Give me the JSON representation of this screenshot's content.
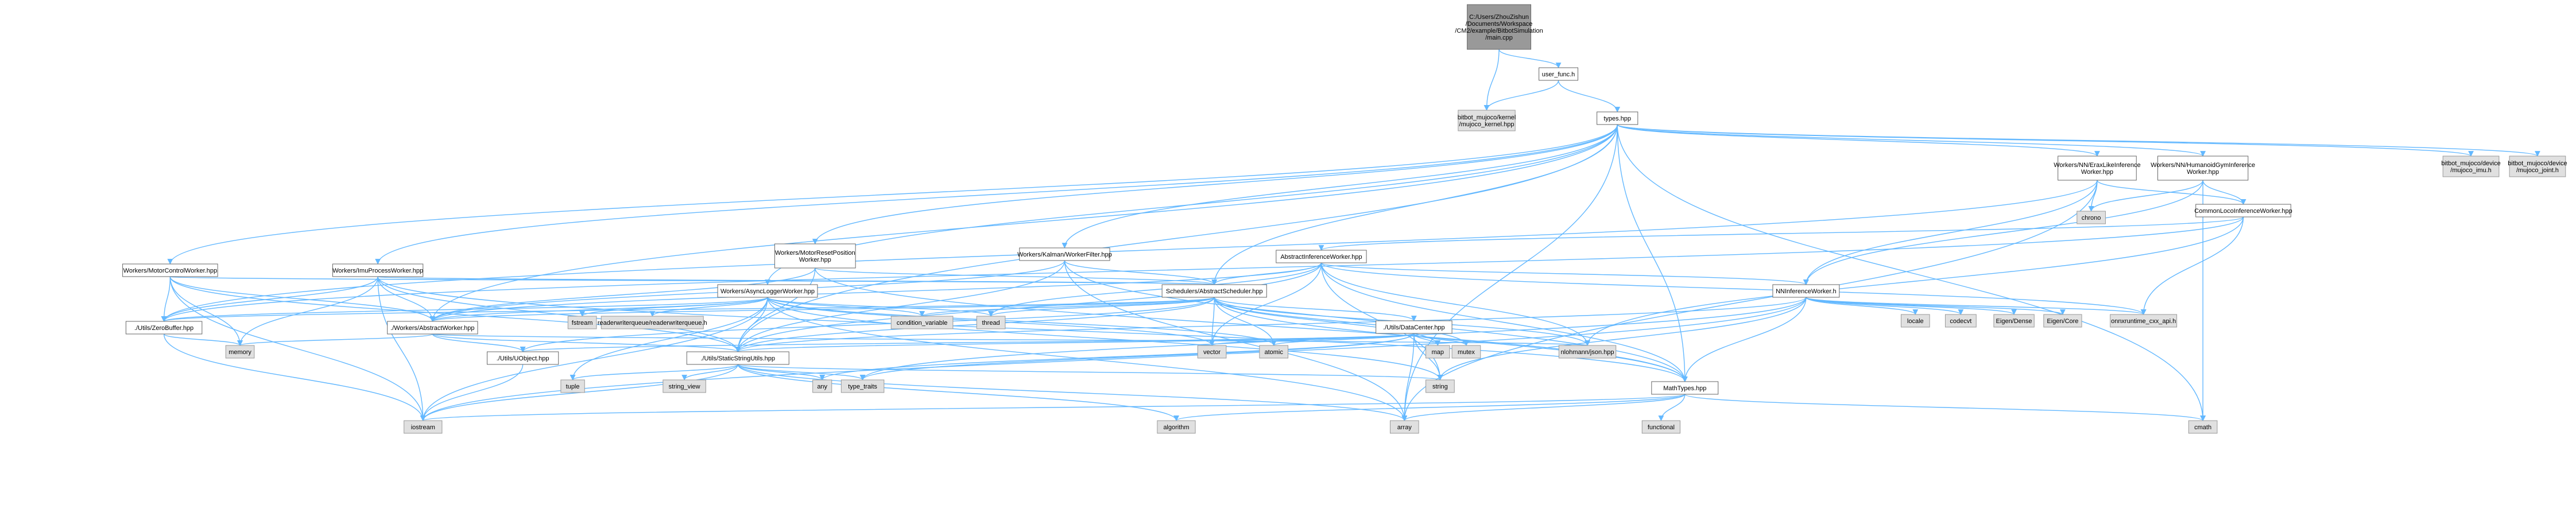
{
  "colors": {
    "edge": "#63b8ff",
    "root_fill": "#999999",
    "header_fill": "#e0e0e0",
    "file_fill": "#ffffff"
  },
  "nodes": [
    {
      "id": "main",
      "kind": "root",
      "lines": [
        "C:/Users/ZhouZishun",
        "/Documents/Workspace",
        "/CM2/example/BitbotSimulation",
        "/main.cpp"
      ]
    },
    {
      "id": "user_func",
      "kind": "file",
      "lines": [
        "user_func.h"
      ]
    },
    {
      "id": "mujoco_kernel",
      "kind": "header",
      "lines": [
        "bitbot_mujoco/kernel",
        "/mujoco_kernel.hpp"
      ]
    },
    {
      "id": "types",
      "kind": "file",
      "lines": [
        "types.hpp"
      ]
    },
    {
      "id": "eraslike",
      "kind": "file",
      "lines": [
        "Workers/NN/EraxLikeInference",
        "Worker.hpp"
      ]
    },
    {
      "id": "humanoidgym",
      "kind": "file",
      "lines": [
        "Workers/NN/HumanoidGymInference",
        "Worker.hpp"
      ]
    },
    {
      "id": "mujoco_imu",
      "kind": "header",
      "lines": [
        "bitbot_mujoco/device",
        "/mujoco_imu.h"
      ]
    },
    {
      "id": "mujoco_joint",
      "kind": "header",
      "lines": [
        "bitbot_mujoco/device",
        "/mujoco_joint.h"
      ]
    },
    {
      "id": "chrono",
      "kind": "header",
      "lines": [
        "chrono"
      ]
    },
    {
      "id": "commonloco",
      "kind": "file",
      "lines": [
        "CommonLocoInferenceWorker.hpp"
      ]
    },
    {
      "id": "motorreset",
      "kind": "file",
      "lines": [
        "Workers/MotorResetPosition",
        "Worker.hpp"
      ]
    },
    {
      "id": "kalman",
      "kind": "file",
      "lines": [
        "Workers/Kalman/WorkerFilter.hpp"
      ]
    },
    {
      "id": "abstractinf",
      "kind": "file",
      "lines": [
        "AbstractInferenceWorker.hpp"
      ]
    },
    {
      "id": "motorcontrol",
      "kind": "file",
      "lines": [
        "Workers/MotorControlWorker.hpp"
      ]
    },
    {
      "id": "imuprocess",
      "kind": "file",
      "lines": [
        "Workers/ImuProcessWorker.hpp"
      ]
    },
    {
      "id": "asynclogger",
      "kind": "file",
      "lines": [
        "Workers/AsyncLoggerWorker.hpp"
      ]
    },
    {
      "id": "scheduler",
      "kind": "file",
      "lines": [
        "Schedulers/AbstractScheduler.hpp"
      ]
    },
    {
      "id": "nninference",
      "kind": "file",
      "lines": [
        "NNInferenceWorker.h"
      ]
    },
    {
      "id": "locale",
      "kind": "header",
      "lines": [
        "locale"
      ]
    },
    {
      "id": "codecvt",
      "kind": "header",
      "lines": [
        "codecvt"
      ]
    },
    {
      "id": "eigen_dense",
      "kind": "header",
      "lines": [
        "Eigen/Dense"
      ]
    },
    {
      "id": "eigen_core",
      "kind": "header",
      "lines": [
        "Eigen/Core"
      ]
    },
    {
      "id": "onnx",
      "kind": "header",
      "lines": [
        "onnxruntime_cxx_api.h"
      ]
    },
    {
      "id": "datacenter",
      "kind": "file",
      "lines": [
        "./Utils/DataCenter.hpp"
      ]
    },
    {
      "id": "zerobuffer",
      "kind": "file",
      "lines": [
        "./Utils/ZeroBuffer.hpp"
      ]
    },
    {
      "id": "abstractworker",
      "kind": "file",
      "lines": [
        "./Workers/AbstractWorker.hpp"
      ]
    },
    {
      "id": "fstream",
      "kind": "header",
      "lines": [
        "fstream"
      ]
    },
    {
      "id": "rwqueue",
      "kind": "header",
      "lines": [
        "readerwriterqueue/readerwriterqueue.h"
      ]
    },
    {
      "id": "condvar",
      "kind": "header",
      "lines": [
        "condition_variable"
      ]
    },
    {
      "id": "thread",
      "kind": "header",
      "lines": [
        "thread"
      ]
    },
    {
      "id": "vector",
      "kind": "header",
      "lines": [
        "vector"
      ]
    },
    {
      "id": "atomic",
      "kind": "header",
      "lines": [
        "atomic"
      ]
    },
    {
      "id": "map",
      "kind": "header",
      "lines": [
        "map"
      ]
    },
    {
      "id": "mutex",
      "kind": "header",
      "lines": [
        "mutex"
      ]
    },
    {
      "id": "json",
      "kind": "header",
      "lines": [
        "nlohmann/json.hpp"
      ]
    },
    {
      "id": "memory",
      "kind": "header",
      "lines": [
        "memory"
      ]
    },
    {
      "id": "uobject",
      "kind": "file",
      "lines": [
        "./Utils/UObject.hpp"
      ]
    },
    {
      "id": "staticstring",
      "kind": "file",
      "lines": [
        "./Utils/StaticStringUtils.hpp"
      ]
    },
    {
      "id": "mathtypes",
      "kind": "file",
      "lines": [
        "MathTypes.hpp"
      ]
    },
    {
      "id": "tuple",
      "kind": "header",
      "lines": [
        "tuple"
      ]
    },
    {
      "id": "string_view",
      "kind": "header",
      "lines": [
        "string_view"
      ]
    },
    {
      "id": "any",
      "kind": "header",
      "lines": [
        "any"
      ]
    },
    {
      "id": "type_traits",
      "kind": "header",
      "lines": [
        "type_traits"
      ]
    },
    {
      "id": "string",
      "kind": "header",
      "lines": [
        "string"
      ]
    },
    {
      "id": "iostream",
      "kind": "header",
      "lines": [
        "iostream"
      ]
    },
    {
      "id": "algorithm",
      "kind": "header",
      "lines": [
        "algorithm"
      ]
    },
    {
      "id": "array",
      "kind": "header",
      "lines": [
        "array"
      ]
    },
    {
      "id": "functional",
      "kind": "header",
      "lines": [
        "functional"
      ]
    },
    {
      "id": "cmath",
      "kind": "header",
      "lines": [
        "cmath"
      ]
    }
  ],
  "edges": [
    [
      "main",
      "user_func"
    ],
    [
      "main",
      "mujoco_kernel"
    ],
    [
      "user_func",
      "mujoco_kernel"
    ],
    [
      "user_func",
      "types"
    ],
    [
      "types",
      "eraslike"
    ],
    [
      "types",
      "humanoidgym"
    ],
    [
      "types",
      "mujoco_imu"
    ],
    [
      "types",
      "mujoco_joint"
    ],
    [
      "types",
      "motorcontrol"
    ],
    [
      "types",
      "imuprocess"
    ],
    [
      "types",
      "motorreset"
    ],
    [
      "types",
      "kalman"
    ],
    [
      "types",
      "asynclogger"
    ],
    [
      "types",
      "scheduler"
    ],
    [
      "types",
      "abstractworker"
    ],
    [
      "types",
      "mathtypes"
    ],
    [
      "types",
      "staticstring"
    ],
    [
      "types",
      "cmath"
    ],
    [
      "types",
      "array"
    ],
    [
      "eraslike",
      "chrono"
    ],
    [
      "eraslike",
      "commonloco"
    ],
    [
      "eraslike",
      "nninference"
    ],
    [
      "eraslike",
      "zerobuffer"
    ],
    [
      "eraslike",
      "array"
    ],
    [
      "humanoidgym",
      "chrono"
    ],
    [
      "humanoidgym",
      "commonloco"
    ],
    [
      "humanoidgym",
      "nninference"
    ],
    [
      "humanoidgym",
      "cmath"
    ],
    [
      "commonloco",
      "abstractinf"
    ],
    [
      "commonloco",
      "json"
    ],
    [
      "commonloco",
      "onnx"
    ],
    [
      "commonloco",
      "zerobuffer"
    ],
    [
      "abstractinf",
      "scheduler"
    ],
    [
      "abstractinf",
      "abstractworker"
    ],
    [
      "abstractinf",
      "nninference"
    ],
    [
      "abstractinf",
      "json"
    ],
    [
      "abstractinf",
      "mathtypes"
    ],
    [
      "abstractinf",
      "thread"
    ],
    [
      "abstractinf",
      "vector"
    ],
    [
      "abstractinf",
      "staticstring"
    ],
    [
      "abstractinf",
      "string"
    ],
    [
      "abstractinf",
      "onnx"
    ],
    [
      "motorreset",
      "scheduler"
    ],
    [
      "motorreset",
      "abstractworker"
    ],
    [
      "motorreset",
      "staticstring"
    ],
    [
      "motorreset",
      "mathtypes"
    ],
    [
      "kalman",
      "scheduler"
    ],
    [
      "kalman",
      "abstractworker"
    ],
    [
      "kalman",
      "staticstring"
    ],
    [
      "kalman",
      "mathtypes"
    ],
    [
      "kalman",
      "array"
    ],
    [
      "motorcontrol",
      "zerobuffer"
    ],
    [
      "motorcontrol",
      "abstractworker"
    ],
    [
      "motorcontrol",
      "scheduler"
    ],
    [
      "motorcontrol",
      "memory"
    ],
    [
      "motorcontrol",
      "iostream"
    ],
    [
      "motorcontrol",
      "staticstring"
    ],
    [
      "imuprocess",
      "zerobuffer"
    ],
    [
      "imuprocess",
      "abstractworker"
    ],
    [
      "imuprocess",
      "scheduler"
    ],
    [
      "imuprocess",
      "memory"
    ],
    [
      "imuprocess",
      "iostream"
    ],
    [
      "imuprocess",
      "staticstring"
    ],
    [
      "imuprocess",
      "mathtypes"
    ],
    [
      "asynclogger",
      "abstractworker"
    ],
    [
      "asynclogger",
      "zerobuffer"
    ],
    [
      "asynclogger",
      "fstream"
    ],
    [
      "asynclogger",
      "rwqueue"
    ],
    [
      "asynclogger",
      "condvar"
    ],
    [
      "asynclogger",
      "thread"
    ],
    [
      "asynclogger",
      "atomic"
    ],
    [
      "asynclogger",
      "staticstring"
    ],
    [
      "asynclogger",
      "iostream"
    ],
    [
      "asynclogger",
      "string"
    ],
    [
      "asynclogger",
      "tuple"
    ],
    [
      "asynclogger",
      "array"
    ],
    [
      "asynclogger",
      "vector"
    ],
    [
      "scheduler",
      "datacenter"
    ],
    [
      "scheduler",
      "abstractworker"
    ],
    [
      "scheduler",
      "zerobuffer"
    ],
    [
      "scheduler",
      "condvar"
    ],
    [
      "scheduler",
      "thread"
    ],
    [
      "scheduler",
      "vector"
    ],
    [
      "scheduler",
      "atomic"
    ],
    [
      "scheduler",
      "map"
    ],
    [
      "scheduler",
      "mutex"
    ],
    [
      "scheduler",
      "json"
    ],
    [
      "scheduler",
      "staticstring"
    ],
    [
      "scheduler",
      "uobject"
    ],
    [
      "scheduler",
      "mathtypes"
    ],
    [
      "datacenter",
      "staticstring"
    ],
    [
      "datacenter",
      "vector"
    ],
    [
      "datacenter",
      "atomic"
    ],
    [
      "datacenter",
      "map"
    ],
    [
      "datacenter",
      "mutex"
    ],
    [
      "datacenter",
      "string"
    ],
    [
      "datacenter",
      "any"
    ],
    [
      "datacenter",
      "type_traits"
    ],
    [
      "datacenter",
      "array"
    ],
    [
      "datacenter",
      "uobject"
    ],
    [
      "nninference",
      "locale"
    ],
    [
      "nninference",
      "codecvt"
    ],
    [
      "nninference",
      "eigen_dense"
    ],
    [
      "nninference",
      "eigen_core"
    ],
    [
      "nninference",
      "onnx"
    ],
    [
      "nninference",
      "mathtypes"
    ],
    [
      "nninference",
      "staticstring"
    ],
    [
      "nninference",
      "string"
    ],
    [
      "nninference",
      "iostream"
    ],
    [
      "nninference",
      "type_traits"
    ],
    [
      "zerobuffer",
      "memory"
    ],
    [
      "zerobuffer",
      "iostream"
    ],
    [
      "abstractworker",
      "uobject"
    ],
    [
      "abstractworker",
      "staticstring"
    ],
    [
      "abstractworker",
      "json"
    ],
    [
      "abstractworker",
      "memory"
    ],
    [
      "uobject",
      "iostream"
    ],
    [
      "staticstring",
      "tuple"
    ],
    [
      "staticstring",
      "string_view"
    ],
    [
      "staticstring",
      "any"
    ],
    [
      "staticstring",
      "type_traits"
    ],
    [
      "staticstring",
      "string"
    ],
    [
      "staticstring",
      "iostream"
    ],
    [
      "staticstring",
      "algorithm"
    ],
    [
      "staticstring",
      "array"
    ],
    [
      "mathtypes",
      "iostream"
    ],
    [
      "mathtypes",
      "algorithm"
    ],
    [
      "mathtypes",
      "array"
    ],
    [
      "mathtypes",
      "functional"
    ],
    [
      "mathtypes",
      "cmath"
    ]
  ]
}
